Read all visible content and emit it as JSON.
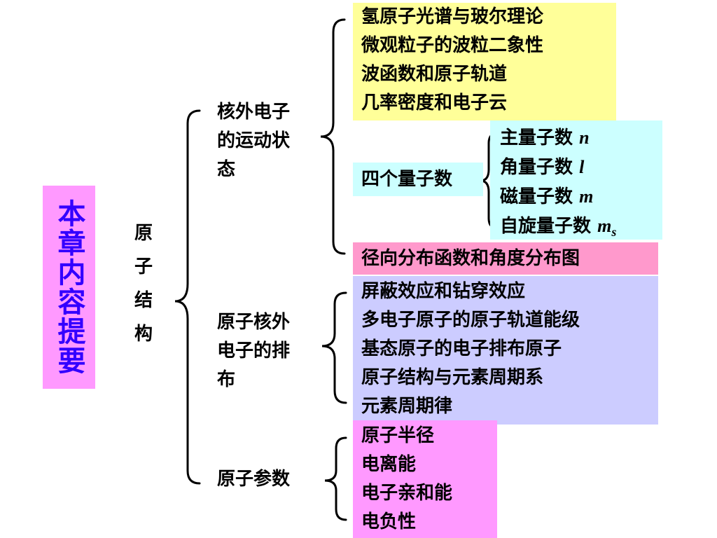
{
  "title": "本章内容提要",
  "root": "原子结构",
  "branches": {
    "motion": "核外电子的运动状态",
    "distribution": "原子核外电子的排布",
    "parameters": "原子参数"
  },
  "motion_items": [
    "氢原子光谱与玻尔理论",
    "微观粒子的波粒二象性",
    "波函数和原子轨道",
    "几率密度和电子云"
  ],
  "quantum_label": "四个量子数",
  "quantum_numbers": [
    {
      "name": "主量子数",
      "symbol": "n",
      "subscript": ""
    },
    {
      "name": "角量子数",
      "symbol": "l",
      "subscript": ""
    },
    {
      "name": "磁量子数",
      "symbol": "m",
      "subscript": ""
    },
    {
      "name": "自旋量子数",
      "symbol": "m",
      "subscript": "s"
    }
  ],
  "radial": "径向分布函数和角度分布图",
  "distribution_items": [
    "屏蔽效应和钻穿效应",
    "多电子原子的原子轨道能级",
    "基态原子的电子排布原子",
    "原子结构与元素周期系",
    "元素周期律"
  ],
  "parameter_items": [
    "原子半径",
    "电离能",
    "电子亲和能",
    "电负性"
  ],
  "colors": {
    "title_bg": "#ff99ff",
    "title_text": "#3300ff",
    "yellow": "#ffff99",
    "cyan": "#ccffff",
    "pink": "#ff99cc",
    "lavender": "#ccccff",
    "magenta": "#ff99ff"
  }
}
